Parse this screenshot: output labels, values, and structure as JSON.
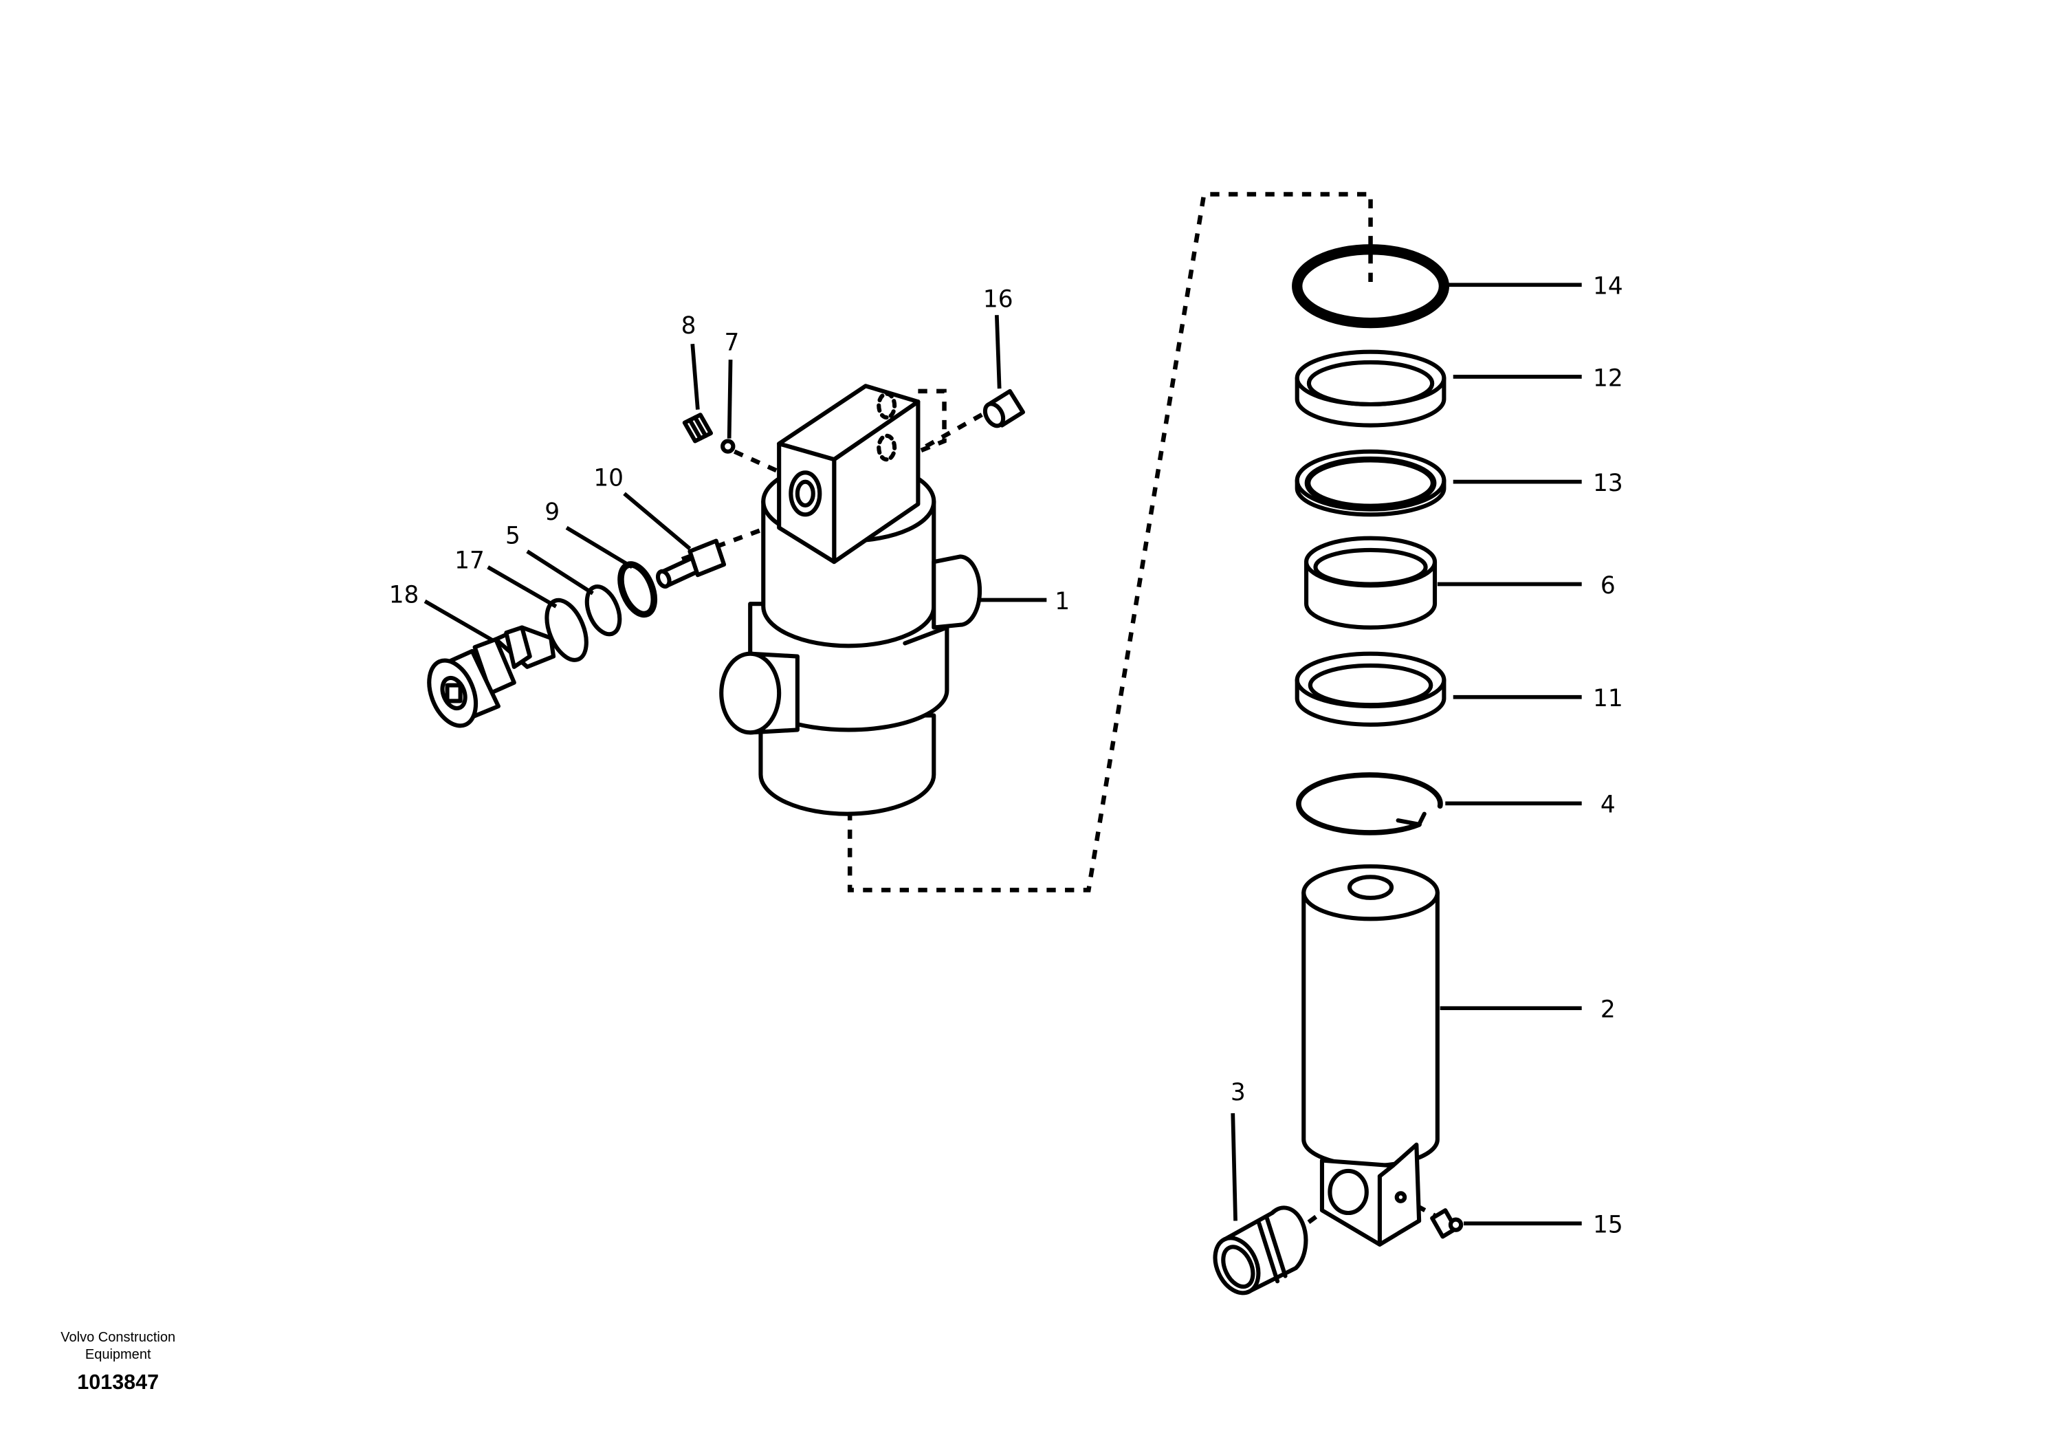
{
  "diagram": {
    "callouts": [
      {
        "id": "c1",
        "text": "1"
      },
      {
        "id": "c2",
        "text": "2"
      },
      {
        "id": "c3",
        "text": "3"
      },
      {
        "id": "c4",
        "text": "4"
      },
      {
        "id": "c5",
        "text": "5"
      },
      {
        "id": "c6",
        "text": "6"
      },
      {
        "id": "c7",
        "text": "7"
      },
      {
        "id": "c8",
        "text": "8"
      },
      {
        "id": "c9",
        "text": "9"
      },
      {
        "id": "c10",
        "text": "10"
      },
      {
        "id": "c11",
        "text": "11"
      },
      {
        "id": "c12",
        "text": "12"
      },
      {
        "id": "c13",
        "text": "13"
      },
      {
        "id": "c14",
        "text": "14"
      },
      {
        "id": "c15",
        "text": "15"
      },
      {
        "id": "c16",
        "text": "16"
      },
      {
        "id": "c17",
        "text": "17"
      },
      {
        "id": "c18",
        "text": "18"
      }
    ]
  },
  "footer": {
    "company_line1": "Volvo Construction",
    "company_line2": "Equipment",
    "document_number": "1013847"
  }
}
